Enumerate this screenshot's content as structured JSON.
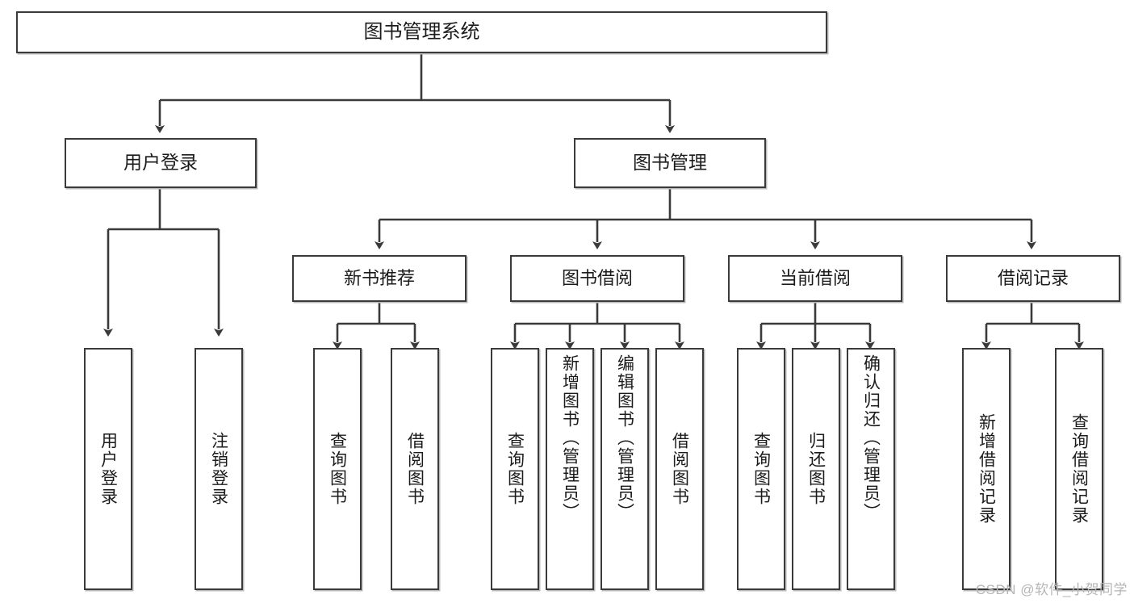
{
  "diagram": {
    "title_node": {
      "label": "图书管理系统"
    },
    "level2": [
      {
        "id": "user-login",
        "label": "用户登录"
      },
      {
        "id": "book-management",
        "label": "图书管理"
      }
    ],
    "level3": [
      {
        "id": "new-book-recommend",
        "label": "新书推荐"
      },
      {
        "id": "book-borrow",
        "label": "图书借阅"
      },
      {
        "id": "current-borrow",
        "label": "当前借阅"
      },
      {
        "id": "borrow-record",
        "label": "借阅记录"
      }
    ],
    "leaves": {
      "user_login": [
        {
          "id": "leaf-user-login",
          "label": "用户登录"
        },
        {
          "id": "leaf-logout-login",
          "label": "注销登录"
        }
      ],
      "new_book_recommend": [
        {
          "id": "leaf-query-book-1",
          "label": "查询图书"
        },
        {
          "id": "leaf-borrow-book-1",
          "label": "借阅图书"
        }
      ],
      "book_borrow": [
        {
          "id": "leaf-query-book-2",
          "label": "查询图书"
        },
        {
          "id": "leaf-add-book",
          "label": "新增图书（管理员）"
        },
        {
          "id": "leaf-edit-book",
          "label": "编辑图书（管理员）"
        },
        {
          "id": "leaf-borrow-book-2",
          "label": "借阅图书"
        }
      ],
      "current_borrow": [
        {
          "id": "leaf-query-book-3",
          "label": "查询图书"
        },
        {
          "id": "leaf-return-book",
          "label": "归还图书"
        },
        {
          "id": "leaf-confirm-return",
          "label": "确认归还（管理员）"
        }
      ],
      "borrow_record": [
        {
          "id": "leaf-add-record",
          "label": "新增借阅记录"
        },
        {
          "id": "leaf-query-record",
          "label": "查询借阅记录"
        }
      ]
    },
    "watermark": "CSDN @软件_小贺同学",
    "colors": {
      "stroke": "#3a3a3a",
      "fill": "#ffffff",
      "text": "#1b1b1b",
      "shadow": "#b9b9b9",
      "watermark": "#b5b5b5"
    }
  }
}
